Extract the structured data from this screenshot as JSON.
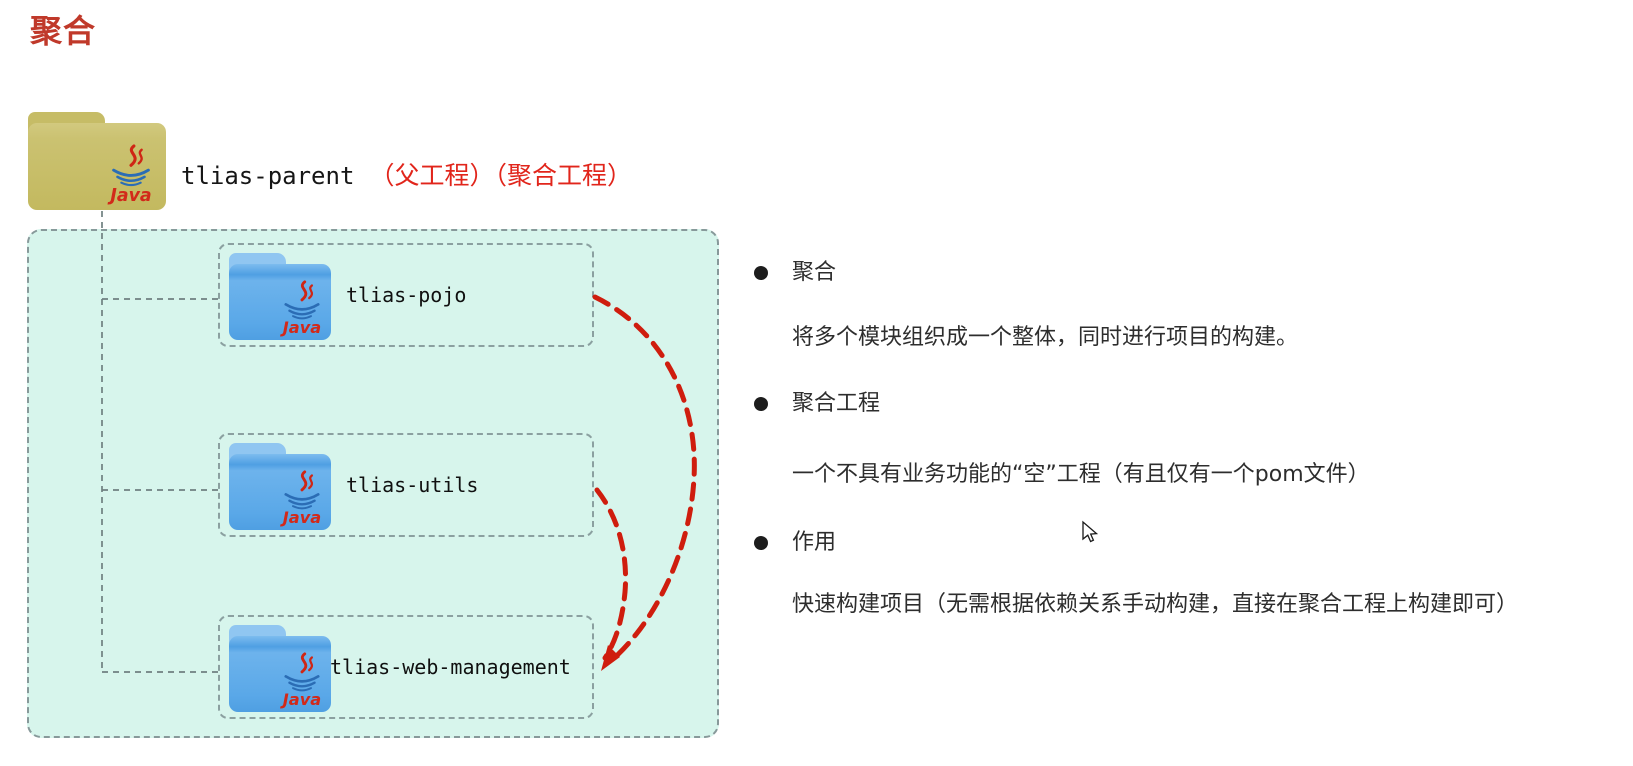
{
  "title": "聚合",
  "parent": {
    "label": "tlias-parent",
    "annotation": "（父工程）（聚合工程）"
  },
  "modules": [
    "tlias-pojo",
    "tlias-utils",
    "tlias-web-management"
  ],
  "bullets": [
    {
      "heading": "聚合",
      "desc": "将多个模块组织成一个整体，同时进行项目的构建。"
    },
    {
      "heading": "聚合工程",
      "desc": "一个不具有业务功能的“空”工程（有且仅有一个pom文件）"
    },
    {
      "heading": "作用",
      "desc": "快速构建项目（无需根据依赖关系手动构建，直接在聚合工程上构建即可）"
    }
  ],
  "icons": {
    "java_logo": "java-logo-icon",
    "folder_parent": "yellow-java-folder",
    "folder_module": "blue-java-folder",
    "cursor": "mouse-cursor"
  },
  "colors": {
    "title_red": "#c0392a",
    "annotation_red": "#e1251b",
    "arrow_red": "#cf1d0e",
    "mint_background": "#d7f5ec",
    "dashed_gray": "#87999a",
    "parent_folder": "#c6bc66",
    "module_folder": "#5aa8e8",
    "text_dark": "#2d2d2d"
  }
}
